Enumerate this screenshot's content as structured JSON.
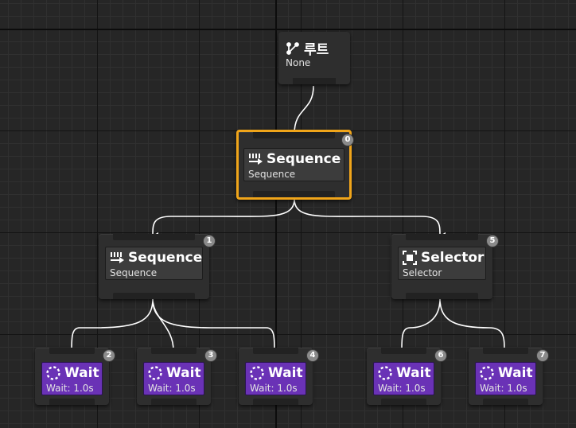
{
  "root": {
    "title": "루트",
    "subtitle": "None"
  },
  "nodes": {
    "seq0": {
      "title": "Sequence",
      "subtitle": "Sequence",
      "index": "0"
    },
    "seq1": {
      "title": "Sequence",
      "subtitle": "Sequence",
      "index": "1"
    },
    "sel5": {
      "title": "Selector",
      "subtitle": "Selector",
      "index": "5"
    },
    "wait2": {
      "title": "Wait",
      "subtitle": "Wait: 1.0s",
      "index": "2"
    },
    "wait3": {
      "title": "Wait",
      "subtitle": "Wait: 1.0s",
      "index": "3"
    },
    "wait4": {
      "title": "Wait",
      "subtitle": "Wait: 1.0s",
      "index": "4"
    },
    "wait6": {
      "title": "Wait",
      "subtitle": "Wait: 1.0s",
      "index": "6"
    },
    "wait7": {
      "title": "Wait",
      "subtitle": "Wait: 1.0s",
      "index": "7"
    }
  },
  "colors": {
    "selection": "#f0a51a",
    "task": "#6a32b6",
    "composite": "#3c3c3c",
    "badge": "#8a8a8a"
  },
  "icons": {
    "root": "branch-icon",
    "sequence": "sequence-arrow-icon",
    "selector": "selector-icon",
    "wait": "wait-dashed-circle-icon"
  }
}
